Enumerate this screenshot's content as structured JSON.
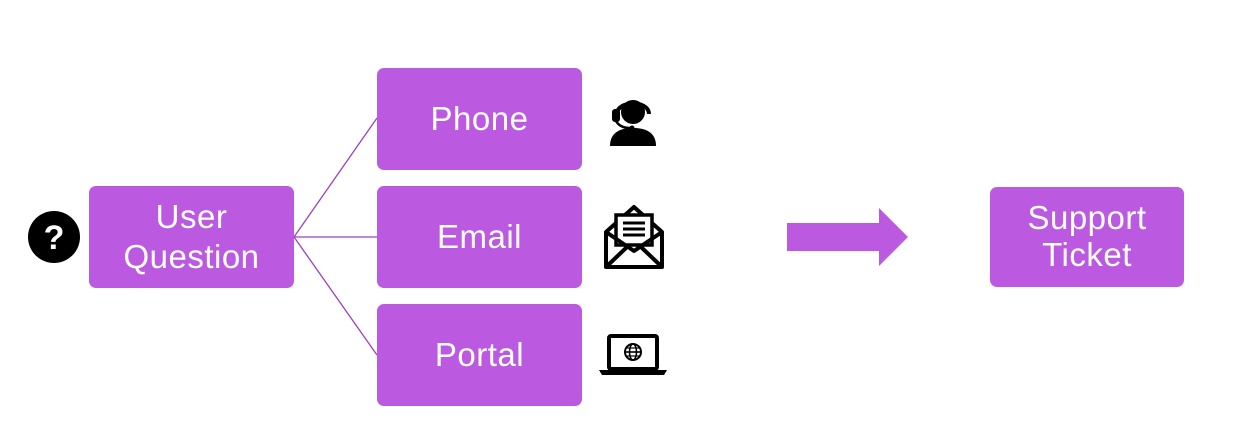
{
  "nodes": {
    "user_question": "User\nQuestion",
    "phone": "Phone",
    "email": "Email",
    "portal": "Portal",
    "support_ticket": "Support\nTicket"
  },
  "icons": {
    "question": "question-circle-icon",
    "phone": "headset-agent-icon",
    "email": "open-envelope-icon",
    "portal": "laptop-globe-icon",
    "arrow": "right-arrow-icon"
  },
  "colors": {
    "node_fill": "#bb5ae0",
    "node_text": "#ffffff",
    "connector": "#9b40c4",
    "icon": "#000000"
  }
}
